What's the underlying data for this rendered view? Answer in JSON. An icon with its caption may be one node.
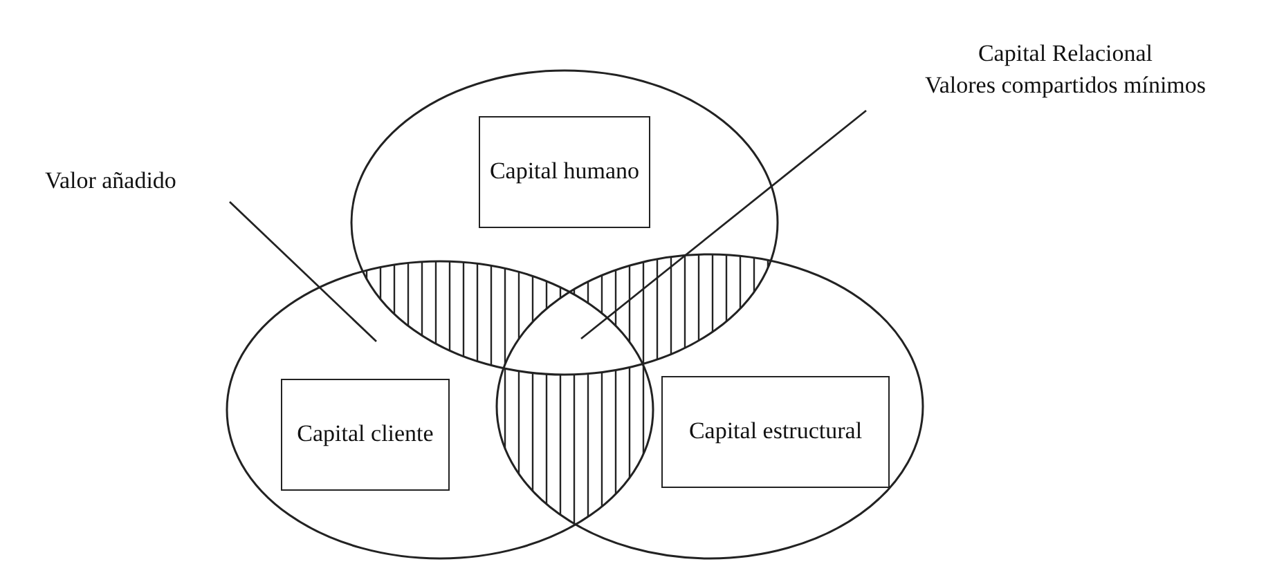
{
  "diagram": {
    "nodes": [
      {
        "text": [],
        "shape": "ellipse"
      },
      {
        "text": [
          "Capital humano"
        ],
        "in": 0
      },
      {
        "text": [],
        "shape": "ellipse"
      },
      {
        "text": [
          "Capital cliente"
        ],
        "in": 2
      },
      {
        "text": [],
        "shape": "ellipse"
      },
      {
        "text": [
          "Capital estructural"
        ],
        "in": 4
      },
      {
        "text": [
          "Valor añadido"
        ]
      },
      {
        "text": [
          "Capital Relacional",
          "Valores compartidos mínimos"
        ]
      }
    ],
    "edges": [
      {
        "from": 6,
        "to": null,
        "arrow": "none"
      },
      {
        "from": 7,
        "to": null,
        "arrow": "none"
      }
    ]
  }
}
